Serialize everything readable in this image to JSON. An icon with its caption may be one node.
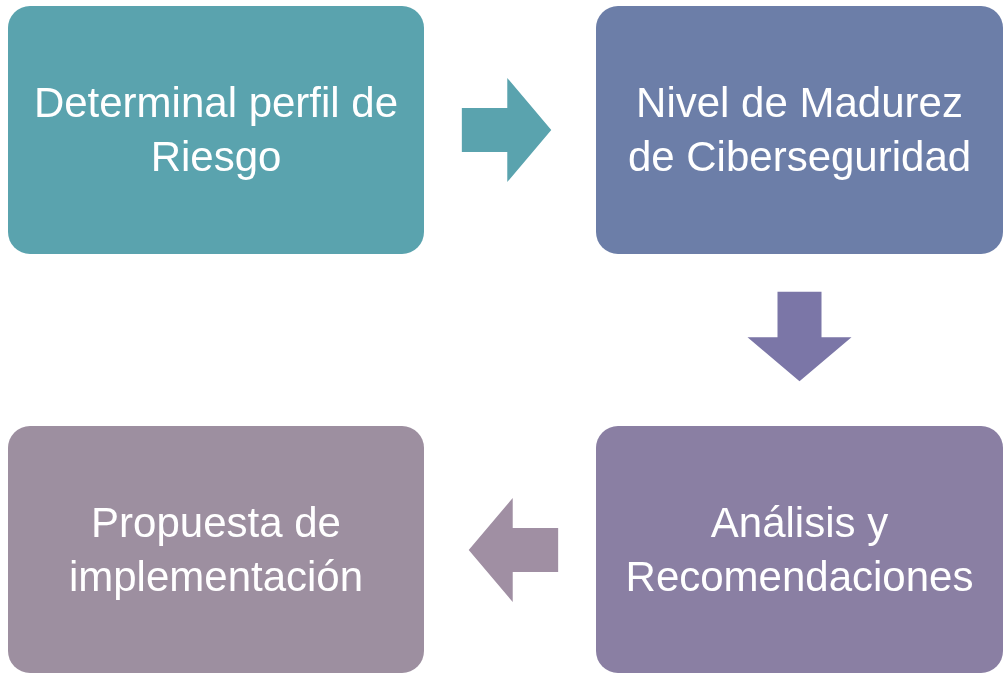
{
  "diagram": {
    "nodes": [
      {
        "text": [
          "Determinal perfil de Riesgo"
        ]
      },
      {
        "text": [
          "Nivel de Madurez de Ciberseguridad"
        ]
      },
      {
        "text": [
          "Análisis y Recomendaciones"
        ]
      },
      {
        "text": [
          "Propuesta de implementación"
        ]
      }
    ],
    "edges": [
      {
        "from": 0,
        "to": 1,
        "arrow": "to",
        "color": "#5aa3ae"
      },
      {
        "from": 1,
        "to": 2,
        "arrow": "to",
        "color": "#7b76a7"
      },
      {
        "from": 2,
        "to": 3,
        "arrow": "to",
        "color": "#a08fa3"
      }
    ]
  }
}
